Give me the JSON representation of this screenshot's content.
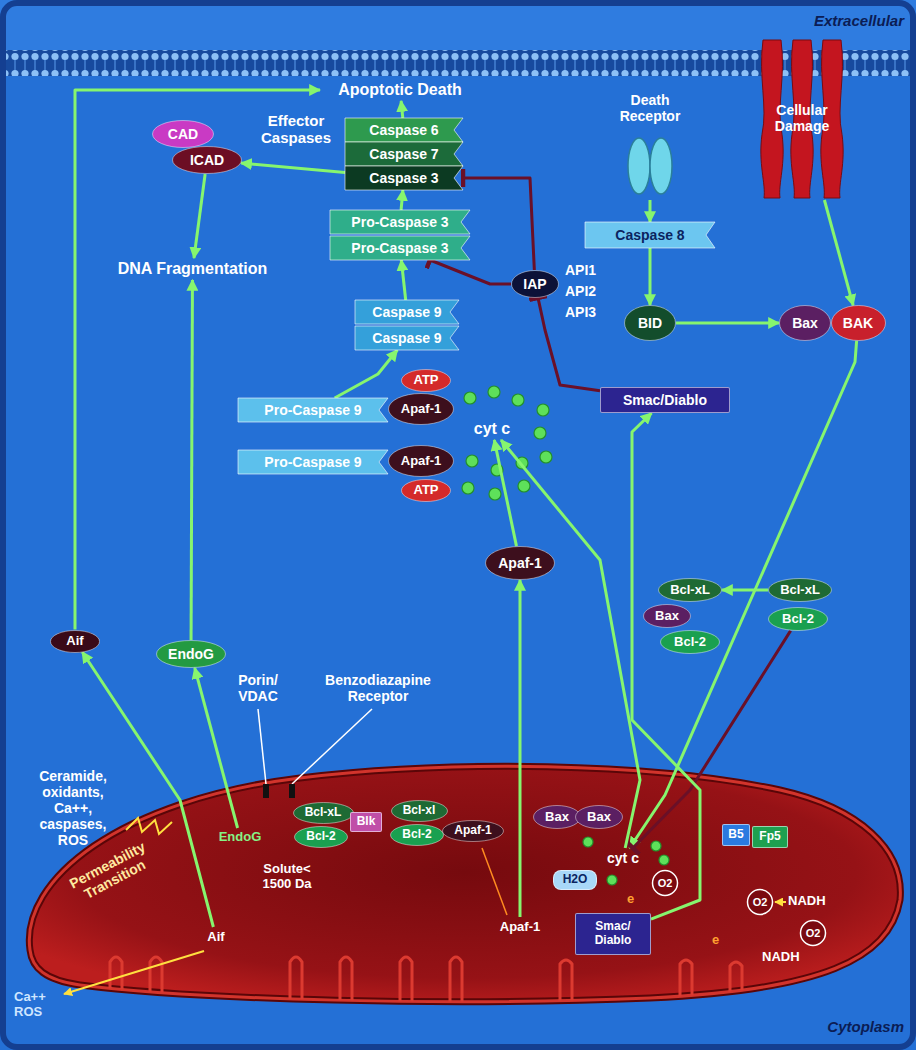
{
  "diagram": {
    "nodes": [
      {
        "text": [
          "Death Receptor"
        ]
      },
      {
        "text": [
          "Cellular Damage"
        ]
      },
      {
        "text": [
          "Apoptotic Death"
        ]
      },
      {
        "text": [
          "Caspase 6"
        ]
      },
      {
        "text": [
          "Caspase 7"
        ]
      },
      {
        "text": [
          "Caspase 3"
        ]
      },
      {
        "text": [
          "CAD"
        ]
      },
      {
        "text": [
          "ICAD"
        ]
      },
      {
        "text": [
          "Caspase 8"
        ]
      },
      {
        "text": [
          "Pro-Caspase 3"
        ]
      },
      {
        "text": [
          "Pro-Caspase 3"
        ]
      },
      {
        "text": [
          "IAP"
        ]
      },
      {
        "text": [
          "DNA Fragmentation"
        ]
      },
      {
        "text": [
          "BID"
        ]
      },
      {
        "text": [
          "Bax"
        ]
      },
      {
        "text": [
          "BAK"
        ]
      },
      {
        "text": [
          "Caspase 9"
        ]
      },
      {
        "text": [
          "Caspase 9"
        ]
      },
      {
        "text": [
          "ATP"
        ]
      },
      {
        "text": [
          "Pro-Caspase 9"
        ]
      },
      {
        "text": [
          "Apaf-1"
        ]
      },
      {
        "text": [
          "cyt c"
        ]
      },
      {
        "text": [
          "Smac/Diablo"
        ]
      },
      {
        "text": [
          "Pro-Caspase 9"
        ]
      },
      {
        "text": [
          "Apaf-1"
        ]
      },
      {
        "text": [
          "ATP"
        ]
      },
      {
        "text": [
          "Aif"
        ]
      },
      {
        "text": [
          "EndoG"
        ]
      },
      {
        "text": [
          "Apaf-1"
        ]
      },
      {
        "text": [
          "Bcl-xL"
        ]
      },
      {
        "text": [
          "Bax"
        ]
      },
      {
        "text": [
          "Bcl-2"
        ]
      },
      {
        "text": [
          "Bcl-xL"
        ]
      },
      {
        "text": [
          "Bcl-2"
        ]
      },
      {
        "text": [
          "EndoG"
        ]
      },
      {
        "text": [
          "Bcl-xL"
        ]
      },
      {
        "text": [
          "Bcl-2"
        ]
      },
      {
        "text": [
          "Blk"
        ]
      },
      {
        "text": [
          "Bcl-xl"
        ]
      },
      {
        "text": [
          "Bcl-2"
        ]
      },
      {
        "text": [
          "Apaf-1"
        ]
      },
      {
        "text": [
          "Bax"
        ]
      },
      {
        "text": [
          "Bax"
        ]
      },
      {
        "text": [
          "cyt c"
        ]
      },
      {
        "text": [
          "B5"
        ]
      },
      {
        "text": [
          "Fp5"
        ]
      },
      {
        "text": [
          "H2O"
        ]
      },
      {
        "text": [
          "O2"
        ]
      },
      {
        "text": [
          "O2"
        ]
      },
      {
        "text": [
          "O2"
        ]
      },
      {
        "text": [
          "Smac/ Diablo"
        ]
      },
      {
        "text": [
          "Apaf-1"
        ]
      },
      {
        "text": [
          "Aif"
        ]
      }
    ],
    "edges": [
      {
        "from": 0,
        "to": 8,
        "arrow": "to"
      },
      {
        "from": 8,
        "to": 13,
        "arrow": "to"
      },
      {
        "from": 13,
        "to": 14,
        "arrow": "to"
      },
      {
        "from": 1,
        "to": 15,
        "arrow": "to"
      },
      {
        "from": 15,
        "to": 43,
        "arrow": "to"
      },
      {
        "from": 32,
        "to": 29,
        "arrow": "to"
      },
      {
        "from": 33,
        "to": 43,
        "arrow": "none"
      },
      {
        "from": 43,
        "to": 21,
        "arrow": "to"
      },
      {
        "from": 50,
        "to": 22,
        "arrow": "to"
      },
      {
        "from": 22,
        "to": 11,
        "arrow": "none"
      },
      {
        "from": 11,
        "to": 10,
        "arrow": "none"
      },
      {
        "from": 11,
        "to": 5,
        "arrow": "none"
      },
      {
        "from": 51,
        "to": 28,
        "arrow": "to"
      },
      {
        "from": 28,
        "to": 21,
        "arrow": "to"
      },
      {
        "from": 19,
        "to": 17,
        "arrow": "to"
      },
      {
        "from": 16,
        "to": 10,
        "arrow": "to"
      },
      {
        "from": 9,
        "to": 5,
        "arrow": "to"
      },
      {
        "from": 3,
        "to": 2,
        "arrow": "to"
      },
      {
        "from": 5,
        "to": 7,
        "arrow": "to"
      },
      {
        "from": 7,
        "to": 12,
        "arrow": "to"
      },
      {
        "from": 27,
        "to": 12,
        "arrow": "to"
      },
      {
        "from": 34,
        "to": 27,
        "arrow": "to"
      },
      {
        "from": 52,
        "to": 26,
        "arrow": "to"
      },
      {
        "from": 26,
        "to": 2,
        "arrow": "to"
      }
    ],
    "labels": [
      "Extracellular",
      "Effector Caspases",
      "API1",
      "API2",
      "API3",
      "Ceramide, oxidants, Ca++, caspases, ROS",
      "Porin/ VDAC",
      "Benzodiazapine Receptor",
      "Permeability Transition",
      "Solute< 1500 Da",
      "NADH",
      "NADH",
      "e",
      "e",
      "Ca++ ROS",
      "Cytoplasm"
    ]
  }
}
